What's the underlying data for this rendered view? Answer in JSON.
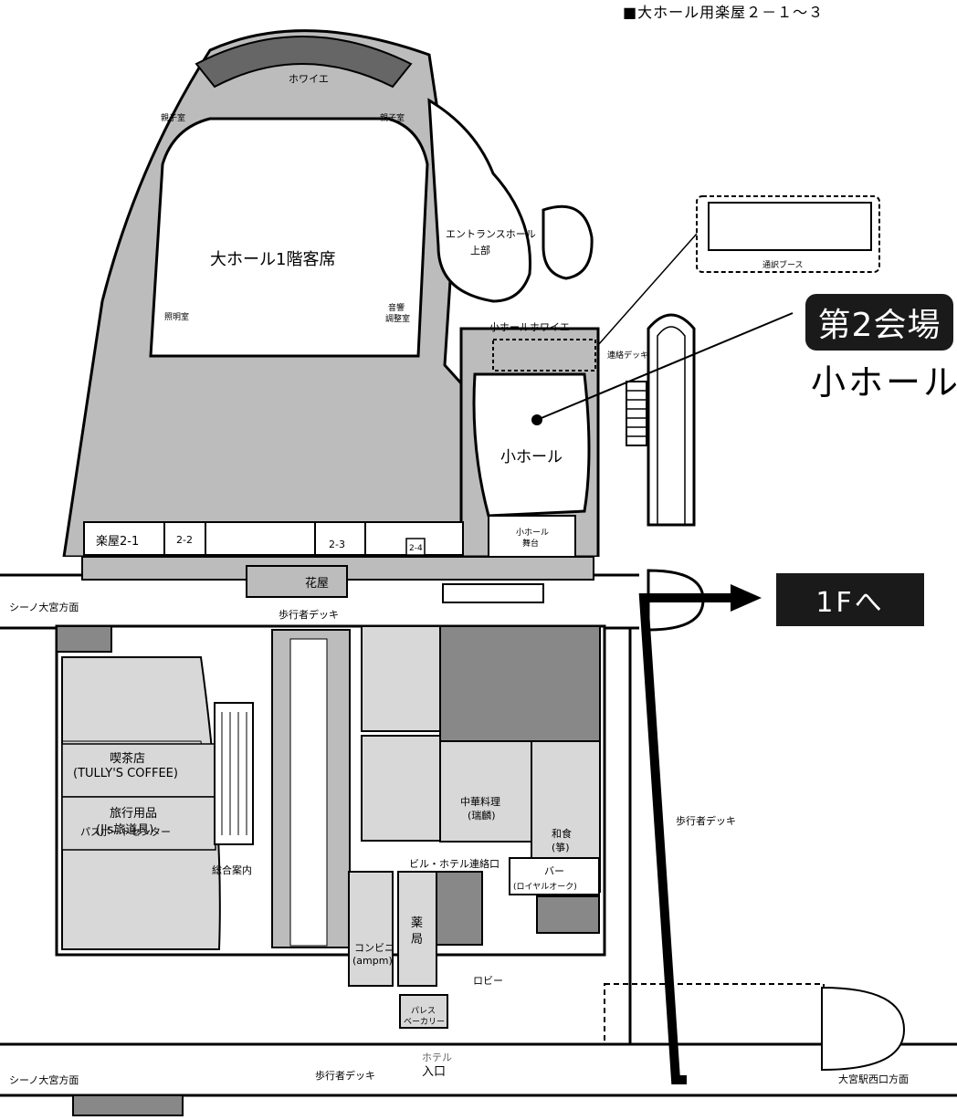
{
  "map": {
    "top_note": "■大ホール用楽屋２－１～３",
    "venue_badge": "第2会場",
    "venue_name": "小ホール",
    "go_1f": "1Fへ",
    "rooms": {
      "foyer": "ホワイエ",
      "big_hall": "大ホール1階客席",
      "entrance_upper_1": "エントランスホール",
      "entrance_upper_2": "上部",
      "small_hall_foyer": "小ホールホワイエ",
      "small_hall": "小ホール",
      "small_stage_1": "小ホール",
      "small_stage_2": "舞台",
      "dressing_21": "楽屋2-1",
      "dressing_22": "2-2",
      "dressing_23": "2-3",
      "dressing_24": "2-4",
      "florist": "花屋",
      "interpretation_booth": "通訳ブース",
      "connecting_deck": "連絡デッキ",
      "passport": "パスポートセンター",
      "cafe_1": "喫茶店",
      "cafe_2": "(TULLY'S COFFEE)",
      "travel_1": "旅行用品",
      "travel_2": "(J's旅道具)",
      "info": "総合案内",
      "conv_1": "コンビニ",
      "conv_2": "(ampm)",
      "pharmacy_1": "薬",
      "pharmacy_2": "局",
      "chinese_1": "中華料理",
      "chinese_2": "(瑞麟)",
      "japanese_1": "和食",
      "japanese_2": "(箏)",
      "bar_1": "バー",
      "bar_2": "(ロイヤルオーク)",
      "bakery_1": "パレス",
      "bakery_2": "ベーカリー",
      "hotel_link": "ビル・ホテル連絡口",
      "lobby": "ロビー",
      "hotel_1": "ホテル",
      "hotel_2": "入口",
      "parent_child_l": "親子室",
      "parent_child_r": "親子室",
      "lighting": "照明室",
      "sound": "音響",
      "sound2": "調整室"
    },
    "directions": {
      "sino_top": "シーノ大宮方面",
      "deck_top": "歩行者デッキ",
      "deck_right": "歩行者デッキ",
      "sino_bottom": "シーノ大宮方面",
      "deck_bottom": "歩行者デッキ",
      "omiya_west": "大宮駅西口方面"
    }
  }
}
